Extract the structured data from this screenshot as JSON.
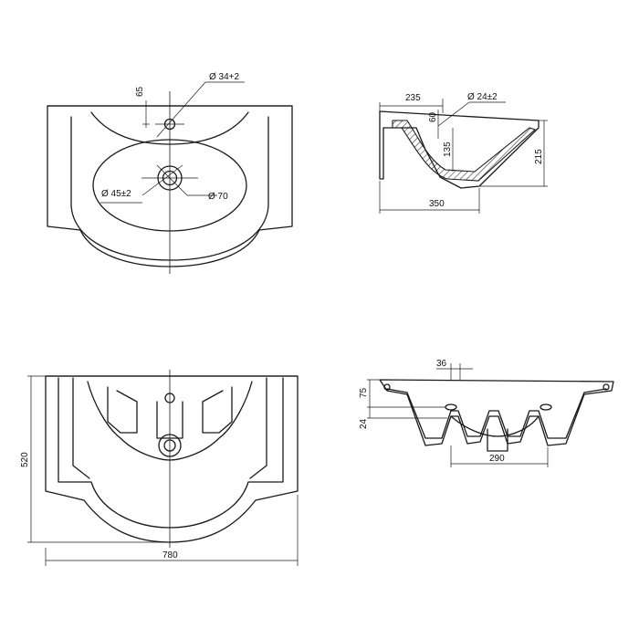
{
  "views": {
    "top_view": {
      "dim_hole_offset": "65",
      "dim_tap_hole": "Ø 34+2",
      "dim_drain_inner": "Ø 45±2",
      "dim_drain_outer": "Ø 70"
    },
    "side_section": {
      "dim_depth_top": "235",
      "dim_overflow": "Ø 24±2",
      "dim_overflow_height": "60",
      "dim_bowl_depth": "135",
      "dim_total_height": "215",
      "dim_base_width": "350"
    },
    "bottom_view": {
      "dim_depth": "520",
      "dim_width": "780"
    },
    "front_section": {
      "dim_hole_width": "36",
      "dim_rim_height": "75",
      "dim_lower_offset": "24",
      "dim_bottom_width": "290"
    }
  }
}
